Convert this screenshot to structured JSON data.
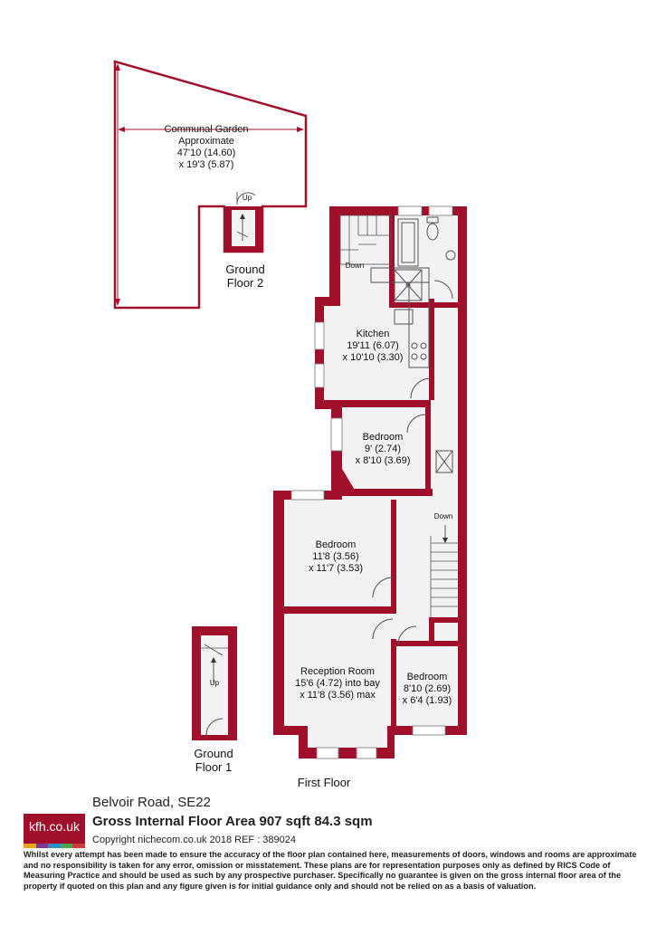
{
  "colors": {
    "wall": "#a0102a",
    "floor": "#f3f1f1",
    "line": "#555555"
  },
  "rooms": {
    "garden": {
      "line1": "Communal Garden",
      "line2": "Approximate",
      "line3": "47'10 (14.60)",
      "line4": "x 19'3 (5.87)"
    },
    "kitchen": {
      "line1": "Kitchen",
      "line2": "19'11 (6.07)",
      "line3": "x 10'10 (3.30)"
    },
    "bedroom_small": {
      "line1": "Bedroom",
      "line2": "9' (2.74)",
      "line3": "x 8'10 (3.69)"
    },
    "bedroom_main": {
      "line1": "Bedroom",
      "line2": "11'8 (3.56)",
      "line3": "x 11'7 (3.53)"
    },
    "reception": {
      "line1": "Reception Room",
      "line2": "15'6 (4.72) into bay",
      "line3": "x 11'8 (3.56) max"
    },
    "bedroom_rear": {
      "line1": "Bedroom",
      "line2": "8'10 (2.69)",
      "line3": "x 6'4 (1.93)"
    }
  },
  "stair_labels": {
    "up_g2": "Up",
    "down_kitchen": "Down",
    "down_hall": "Down",
    "up_g1": "Up"
  },
  "floors": {
    "ground2_line1": "Ground",
    "ground2_line2": "Floor 2",
    "ground1_line1": "Ground",
    "ground1_line2": "Floor 1",
    "first": "First Floor"
  },
  "footer": {
    "logo": "kfh.co.uk",
    "logo_stripe_colors": [
      "#e8a318",
      "#7a3d8f",
      "#2f8fc9",
      "#4aa844",
      "#d23b3b"
    ],
    "address": "Belvoir Road, SE22",
    "gia": "Gross Internal Floor Area 907 sqft 84.3 sqm",
    "copyright": "Copyright nichecom.co.uk 2018 REF : 389024",
    "disclaimer": "Whilst every attempt has been made to ensure the accuracy of the floor plan contained here, measurements of doors, windows and rooms are approximate and no responsibility is taken for any error, omission or misstatement. These plans are for representation purposes only as defined by RICS Code of Measuring Practice and should be used as such by any prospective purchaser. Specifically no guarantee is given on the gross internal floor area of the property if quoted on this plan and any figure given is for initial guidance only and should not be relied on as a basis of valuation."
  }
}
